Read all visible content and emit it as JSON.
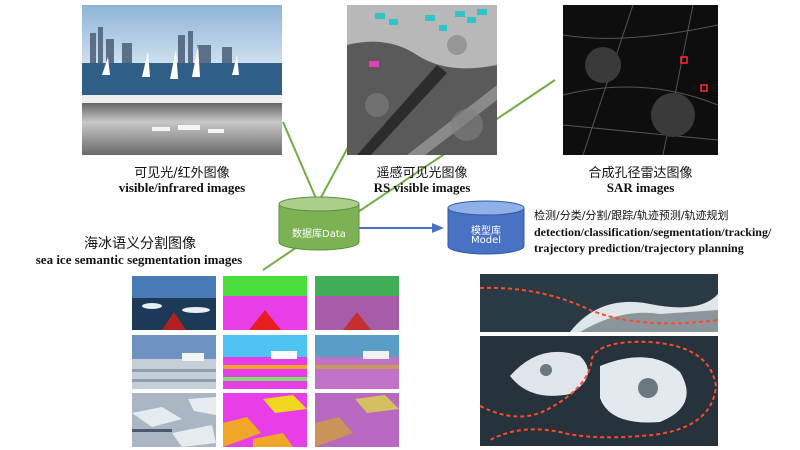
{
  "colors": {
    "connector": "#70ad47",
    "db_fill": "#7db254",
    "model_fill": "#4a72c4",
    "arrow": "#4a72c4"
  },
  "sources": {
    "visible_infrared": {
      "cn": "可见光/红外图像",
      "en": "visible/infrared images"
    },
    "rs_visible": {
      "cn": "遥感可见光图像",
      "en": "RS visible images"
    },
    "sar": {
      "cn": "合成孔径雷达图像",
      "en": "SAR images"
    },
    "sea_ice": {
      "cn": "海冰语义分割图像",
      "en": "sea ice semantic segmentation images"
    }
  },
  "database": {
    "label": "数据库Data"
  },
  "model": {
    "label_cn": "模型库",
    "label_en": "Model"
  },
  "tasks": {
    "cn": "检测/分类/分割/跟踪/轨迹预测/轨迹规划",
    "en_line1": "detection/classification/segmentation/tracking/",
    "en_line2": "trajectory prediction/trajectory planning"
  }
}
